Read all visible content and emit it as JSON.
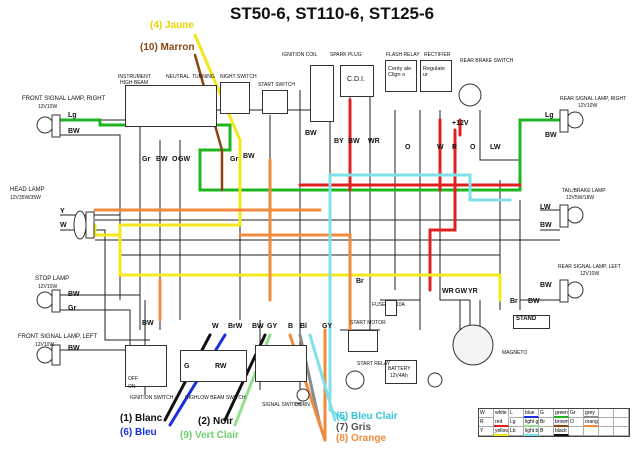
{
  "title": "ST50-6, ST110-6, ST125-6",
  "wire_labels": {
    "jaune": "(4) Jaune",
    "marron": "(10) Marron",
    "blanc": "(1) Blanc",
    "bleu": "(6) Bleu",
    "noir": "(2) Noir",
    "vert_clair": "(9) Vert Clair",
    "bleu_clair": "(5) Bleu Clair",
    "gris": "(7) Gris",
    "orange": "(8) Orange"
  },
  "components": {
    "front_signal_right": "FRONT SIGNAL LAMP, RIGHT",
    "front_signal_right_spec": "12V10W",
    "head_lamp": "HEAD LAMP",
    "head_lamp_spec": "12V35W/35W",
    "stop_lamp": "STOP LAMP",
    "stop_lamp_spec": "12V10W",
    "front_signal_left": "FRONT SIGNAL LAMP, LEFT",
    "front_signal_left_spec": "12V10W",
    "instrument": "INSTRUMENT",
    "high_beam": "HIGH BEAM",
    "neutral": "NEUTRAL",
    "turning": "TURNING",
    "night_switch": "NIGHT SWITCH",
    "start_switch": "START SWITCH",
    "ignition_coil": "IGNITION COIL",
    "spark_plug": "SPARK PLUG",
    "cdi": "C.D.I.",
    "flash_relay": "FLASH RELAY",
    "flash_relay_inner": "Centy ale Clign o",
    "rectifier": "RECTIFIER",
    "rectifier_inner": "Regulate ur",
    "rear_brake_switch": "REAR BRAKE SWITCH",
    "rear_signal_right": "REAR SIGNAL LAMP, RIGHT",
    "rear_signal_right_spec": "12V10W",
    "tail_brake_lamp": "TAIL/BRAKE LAMP",
    "tail_brake_lamp_spec": "12V5W/18W",
    "rear_signal_left": "REAR SIGNAL LAMP, LEFT",
    "rear_signal_left_spec": "12V10W",
    "stand": "STAND",
    "magneto": "MAGNETO",
    "fuse": "FUSE",
    "fuse_rating": "10A",
    "start_motor": "START MOTOR",
    "start_relay": "START RELAY",
    "battery": "BATTERY",
    "battery_spec": "12V4Ah",
    "ignition_switch": "IGNITION SWITCH",
    "ignition_off": "OFF",
    "ignition_on": "ON",
    "highlow_switch": "HIGHLOW BEAM SWITCH",
    "signal_switch": "SIGNAL SWITCH",
    "horn": "HORN"
  },
  "wire_codes": {
    "lg": "Lg",
    "bw": "BW",
    "gr": "Gr",
    "y": "Y",
    "w": "W",
    "brw": "BrW",
    "gy": "GY",
    "b": "B",
    "lg2": "Lg",
    "br": "Br",
    "bl": "Bl",
    "o": "O",
    "g": "G",
    "r": "R",
    "plus12": "+12V",
    "lw": "LW",
    "wr": "WR",
    "yr": "YR",
    "by": "BY",
    "bw2": "BW",
    "gw": "GW",
    "rw": "RW"
  },
  "legend": [
    [
      "W",
      "white",
      "L",
      "blue",
      "G",
      "green",
      "Gr",
      "grey"
    ],
    [
      "R",
      "red",
      "Lg",
      "light green",
      "Br",
      "brown",
      "O",
      "orange"
    ],
    [
      "Y",
      "yellow",
      "Lb",
      "light blue",
      "B",
      "black",
      "",
      ""
    ]
  ],
  "colors": {
    "green": "#1fb51f",
    "red": "#e02020",
    "yellow": "#f4e81c",
    "orange": "#f08a3c",
    "brown": "#8b4513",
    "cyan": "#7ee0e8",
    "black": "#111111",
    "blue": "#1a2fe0",
    "light_green": "#8fe08f",
    "grey": "#8a8a8a"
  }
}
